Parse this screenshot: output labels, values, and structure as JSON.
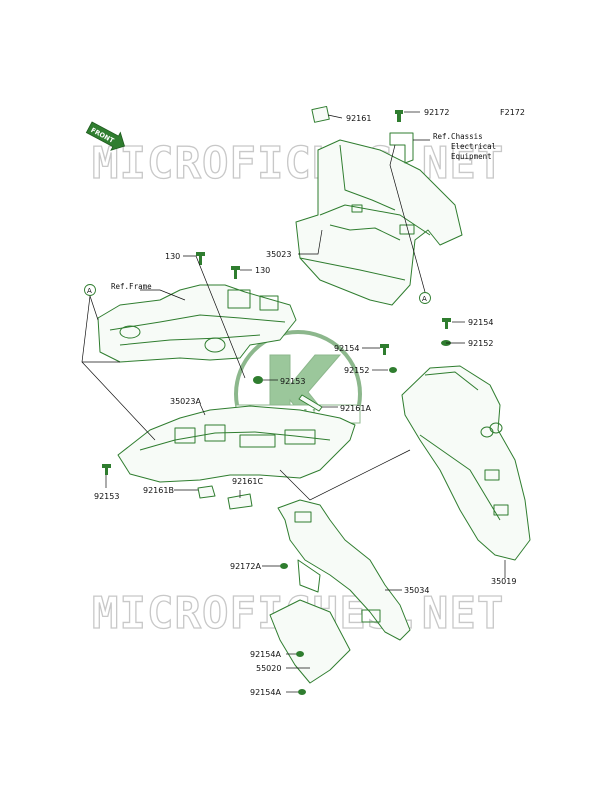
{
  "figure_code": "F2172",
  "front_badge": "FRONT",
  "watermark": "MICROFICHES.NET",
  "logo_text": "Kawasaki",
  "references": {
    "a_marker": "A",
    "ref_frame": "Ref.Frame",
    "ref_chassis_line1": "Ref.Chassis",
    "ref_chassis_line2": "Electrical",
    "ref_chassis_line3": "Equipment"
  },
  "part_labels": {
    "p92161_top": "92161",
    "p92172_top": "92172",
    "p35023": "35023",
    "p130_left": "130",
    "p130_right": "130",
    "p92154_right": "92154",
    "p92152_right": "92152",
    "p92154_mid": "92154",
    "p92152_mid": "92152",
    "p92153_mid": "92153",
    "p92161A": "92161A",
    "p35023A": "35023A",
    "p92153_left": "92153",
    "p92161B": "92161B",
    "p92161C": "92161C",
    "p35019": "35019",
    "p92172A": "92172A",
    "p35034": "35034",
    "p92154A_top": "92154A",
    "p55020": "55020",
    "p92154A_bot": "92154A"
  }
}
